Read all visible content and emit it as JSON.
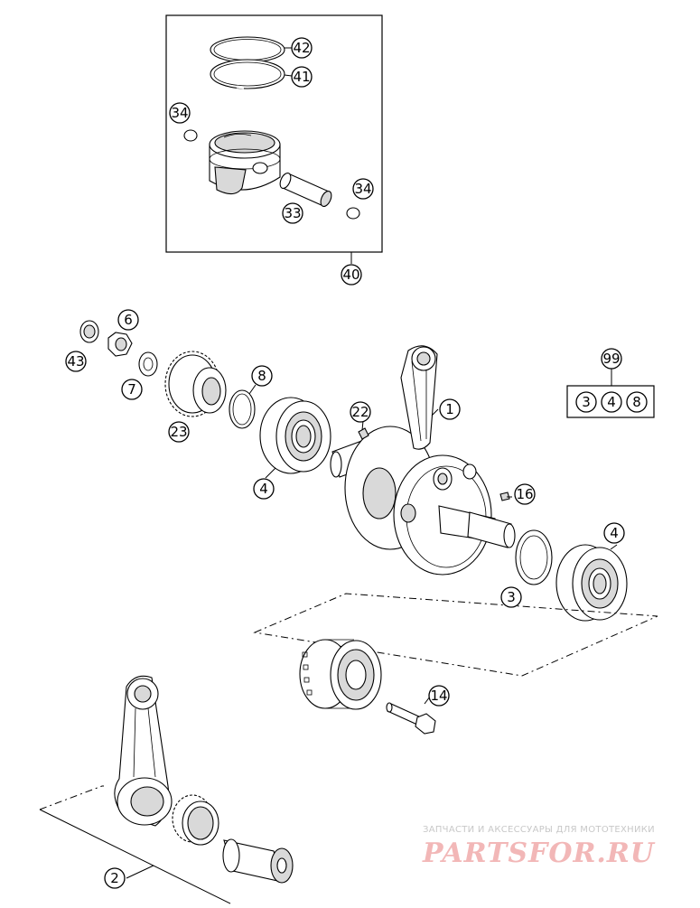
{
  "callouts": {
    "c42": "42",
    "c41": "41",
    "c34a": "34",
    "c34b": "34",
    "c33": "33",
    "c40": "40",
    "c6": "6",
    "c43": "43",
    "c7": "7",
    "c23": "23",
    "c8": "8",
    "c4a": "4",
    "c22": "22",
    "c1": "1",
    "c16": "16",
    "c3": "3",
    "c4b": "4",
    "c14": "14",
    "c2": "2",
    "kit_label": "99",
    "kit_items": [
      "3",
      "4",
      "8"
    ]
  },
  "watermark": {
    "tagline": "ЗАПЧАСТИ И АКСЕССУАРЫ ДЛЯ МОТОТЕХНИКИ",
    "logo": "PARTSFOR.RU"
  },
  "colors": {
    "line": "#000000",
    "background": "#ffffff",
    "watermark_logo": "#f2b7b7",
    "watermark_text": "#c8c8c8"
  }
}
